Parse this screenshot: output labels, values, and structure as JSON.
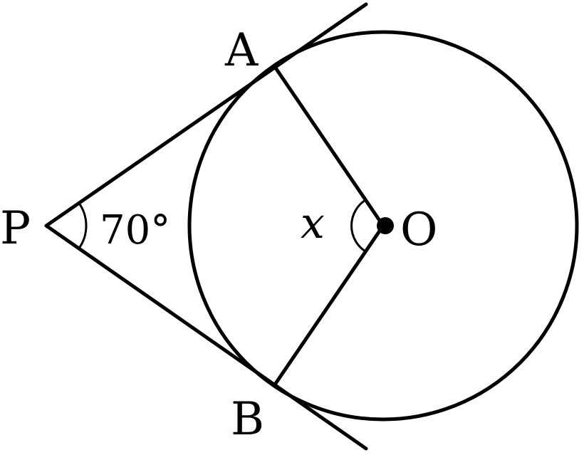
{
  "diagram": {
    "points": {
      "P": "P",
      "A": "A",
      "B": "B",
      "O": "O"
    },
    "angles": {
      "at_P": "70°",
      "at_O": "x"
    },
    "colors": {
      "stroke": "#000000",
      "background": "#ffffff"
    }
  }
}
